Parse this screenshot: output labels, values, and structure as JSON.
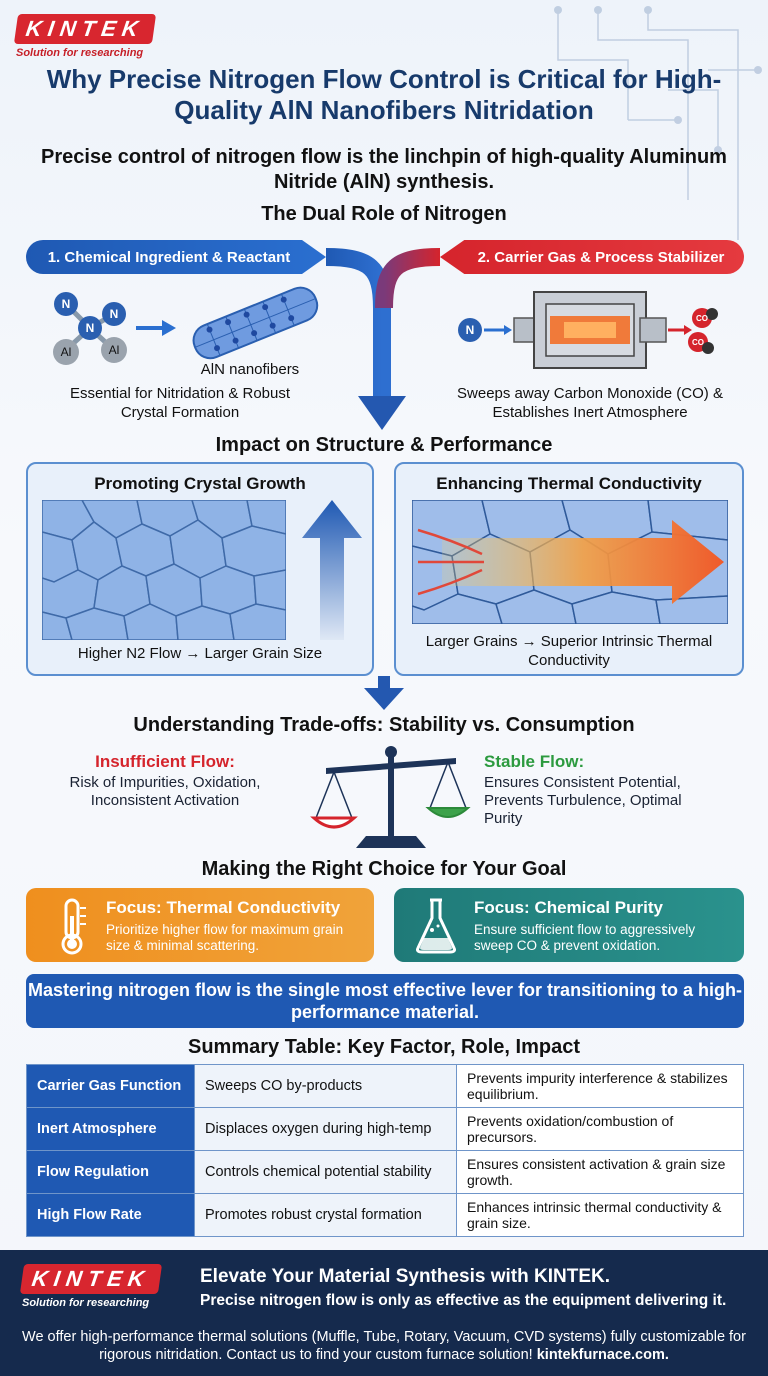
{
  "brand": {
    "name": "KINTEK",
    "tagline": "Solution for researching"
  },
  "title": "Why Precise Nitrogen Flow Control is Critical for High-Quality AlN Nanofibers Nitridation",
  "lead": "Precise control of nitrogen flow is the linchpin of high-quality Aluminum Nitride (AlN) synthesis.",
  "dual_role": {
    "title": "The Dual Role of Nitrogen",
    "role1": {
      "label": "1. Chemical Ingredient & Reactant",
      "image_label": "AlN nanofibers",
      "caption": "Essential for Nitridation & Robust Crystal Formation",
      "atoms": {
        "n": "N",
        "al": "Al"
      }
    },
    "role2": {
      "label": "2. Carrier Gas & Process Stabilizer",
      "caption": "Sweeps away Carbon Monoxide (CO) & Establishes Inert Atmosphere",
      "n": "N",
      "co": "CO"
    }
  },
  "impact": {
    "title": "Impact on Structure & Performance",
    "growth": {
      "title": "Promoting Crystal Growth",
      "caption": "Higher N2 Flow → Larger Grain Size"
    },
    "thermal": {
      "title": "Enhancing Thermal Conductivity",
      "caption": "Larger Grains → Superior Intrinsic Thermal Conductivity"
    }
  },
  "tradeoffs": {
    "title": "Understanding Trade-offs: Stability vs. Consumption",
    "insufficient": {
      "label": "Insufficient Flow:",
      "text": "Risk of Impurities, Oxidation, Inconsistent Activation"
    },
    "stable": {
      "label": "Stable Flow:",
      "text": "Ensures Consistent Potential, Prevents Turbulence, Optimal Purity"
    }
  },
  "choice": {
    "title": "Making the Right Choice for Your Goal",
    "thermal": {
      "title": "Focus: Thermal Conductivity",
      "text": "Prioritize higher flow for maximum grain size & minimal scattering."
    },
    "purity": {
      "title": "Focus: Chemical Purity",
      "text": "Ensure sufficient flow to aggressively sweep CO & prevent oxidation."
    }
  },
  "mastery": "Mastering nitrogen flow is the single most effective lever for transitioning to a high-performance material.",
  "summary": {
    "title": "Summary Table: Key Factor, Role, Impact",
    "rows": [
      {
        "factor": "Carrier Gas Function",
        "role": "Sweeps CO by-products",
        "impact": "Prevents impurity interference & stabilizes equilibrium."
      },
      {
        "factor": "Inert Atmosphere",
        "role": "Displaces oxygen during high-temp",
        "impact": "Prevents oxidation/combustion of precursors."
      },
      {
        "factor": "Flow Regulation",
        "role": "Controls chemical potential stability",
        "impact": "Ensures consistent activation & grain size growth."
      },
      {
        "factor": "High Flow Rate",
        "role": "Promotes robust crystal formation",
        "impact": "Enhances intrinsic thermal conductivity & grain size."
      }
    ]
  },
  "footer": {
    "headline": "Elevate Your Material Synthesis with KINTEK.",
    "sub": "Precise nitrogen flow is only as effective as the equipment delivering it.",
    "body": "We offer high-performance thermal solutions (Muffle, Tube, Rotary, Vacuum, CVD systems) fully customizable for rigorous nitridation. Contact us to find your custom furnace solution!",
    "link": "kintekfurnace.com."
  },
  "colors": {
    "blue": "#1f59b3",
    "red": "#d5242c",
    "orange": "#ee8a1c",
    "teal": "#21817e",
    "navy": "#152a4d"
  }
}
